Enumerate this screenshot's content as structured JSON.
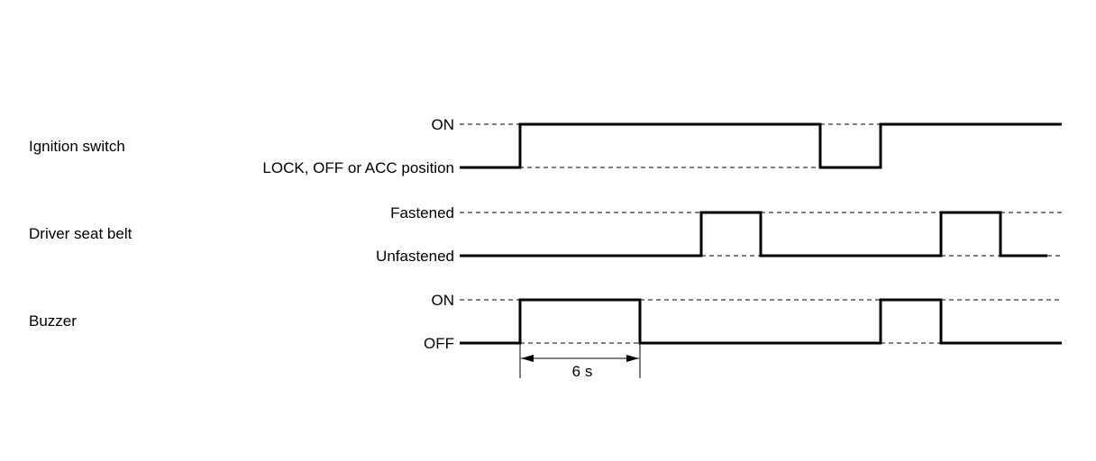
{
  "signals": [
    {
      "label": "Ignition switch",
      "high_label": "ON",
      "low_label": "LOCK, OFF or ACC position"
    },
    {
      "label": "Driver seat belt",
      "high_label": "Fastened",
      "low_label": "Unfastened"
    },
    {
      "label": "Buzzer",
      "high_label": "ON",
      "low_label": "OFF"
    }
  ],
  "annotation": {
    "duration_label": "6 s"
  }
}
